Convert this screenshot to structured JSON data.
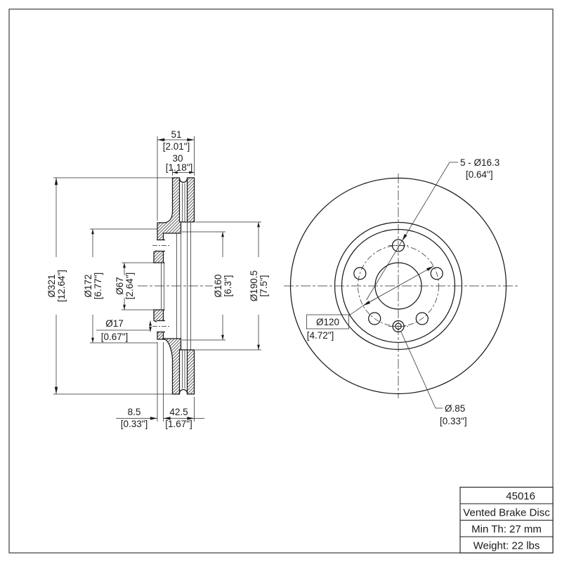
{
  "title_block": {
    "part_number": "45016",
    "description": "Vented Brake Disc",
    "min_thickness": "Min Th: 27 mm",
    "weight": "Weight: 22 lbs"
  },
  "dims": {
    "overall_width": {
      "mm": "51",
      "in": "[2.01\"]"
    },
    "disc_thickness": {
      "mm": "30",
      "in": "[1.18\"]"
    },
    "outer_dia": {
      "mm": "Ø321",
      "in": "[12.64\"]"
    },
    "hat_dia": {
      "mm": "Ø172",
      "in": "[6.77\"]"
    },
    "bore_dia": {
      "mm": "Ø67",
      "in": "[2.64\"]"
    },
    "lug_hole_dia": {
      "mm": "Ø17",
      "in": "[0.67\"]"
    },
    "inner_hat_dia": {
      "mm": "Ø160",
      "in": "[6.3\"]"
    },
    "pad_inner_dia": {
      "mm": "Ø190.5",
      "in": "[7.5\"]"
    },
    "flange_thk": {
      "mm": "8.5",
      "in": "[0.33\"]"
    },
    "hat_depth": {
      "mm": "42.5",
      "in": "[1.67\"]"
    },
    "bolt_holes": {
      "mm": "5 - Ø16.3",
      "in": "[0.64\"]"
    },
    "bolt_circle": {
      "mm": "Ø120",
      "in": "[4.72\"]"
    },
    "pin_hole": {
      "mm": "Ø.85",
      "in": "[0.33\"]"
    }
  },
  "colors": {
    "line": "#1a1a1a",
    "background": "#ffffff"
  }
}
